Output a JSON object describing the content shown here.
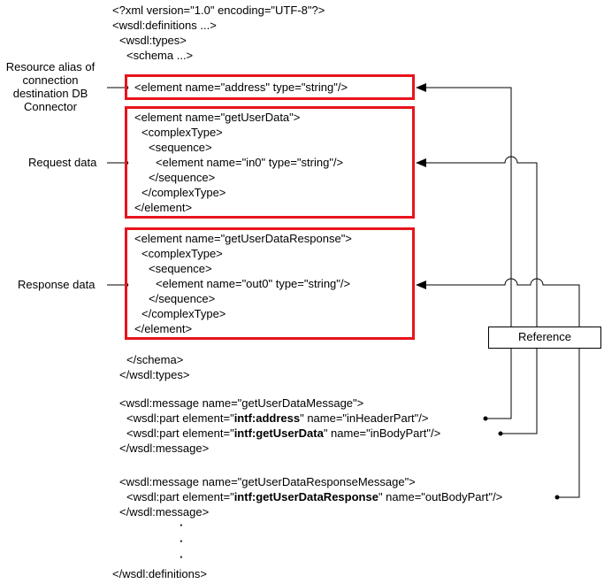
{
  "labels": {
    "alias": [
      "Resource alias of",
      "connection",
      "destination DB",
      "Connector"
    ],
    "request": "Request data",
    "response": "Response data",
    "reference": "Reference"
  },
  "code": {
    "l1": "<?xml version=\"1.0\" encoding=\"UTF-8\"?>",
    "l2": "<wsdl:definitions ...>",
    "l3": "<wsdl:types>",
    "l4": "<schema ...>",
    "box1": "<element name=\"address\" type=\"string\"/>",
    "req": [
      "<element name=\"getUserData\">",
      "<complexType>",
      "<sequence>",
      "<element name=\"in0\" type=\"string\"/>",
      "</sequence>",
      "</complexType>",
      "</element>"
    ],
    "res": [
      "<element name=\"getUserDataResponse\">",
      "<complexType>",
      "<sequence>",
      "<element name=\"out0\" type=\"string\"/>",
      "</sequence>",
      "</complexType>",
      "</element>"
    ],
    "schema_close": "</schema>",
    "types_close": "</wsdl:types>",
    "msg1_open": "<wsdl:message name=\"getUserDataMessage\">",
    "part1": {
      "pre": "<wsdl:part element=\"",
      "bold": "intf:address",
      "post": "\" name=\"inHeaderPart\"/>"
    },
    "part2": {
      "pre": "<wsdl:part element=\"",
      "bold": "intf:getUserData",
      "post": "\" name=\"inBodyPart\"/>"
    },
    "msg_close": "</wsdl:message>",
    "msg2_open": "<wsdl:message name=\"getUserDataResponseMessage\">",
    "part3": {
      "pre": "<wsdl:part element=\"",
      "bold": "intf:getUserDataResponse",
      "post": "\" name=\"outBodyPart\"/>"
    },
    "msg2_close": "</wsdl:message>",
    "ellipsis": [
      "·",
      "·",
      "·"
    ],
    "def_close": "</wsdl:definitions>"
  }
}
